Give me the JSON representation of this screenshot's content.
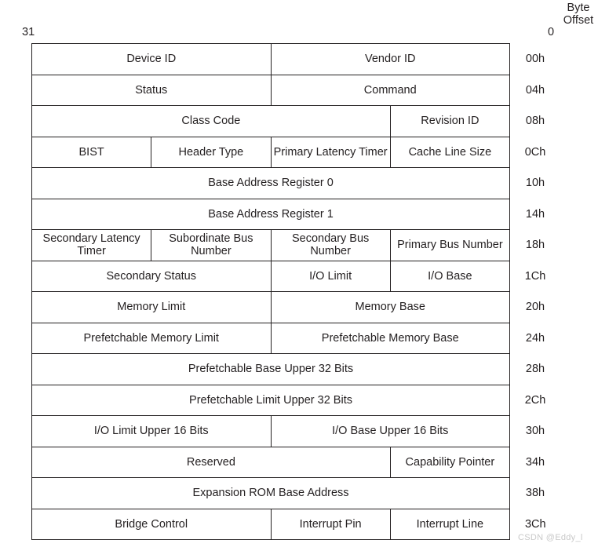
{
  "header": {
    "byte_offset_line1": "Byte",
    "byte_offset_line2": "Offset",
    "bit_high": "31",
    "bit_low": "0"
  },
  "watermark": "CSDN @Eddy_l",
  "colors": {
    "border": "#231f20",
    "text": "#231f20",
    "background": "#ffffff",
    "watermark": "#c9c9c9"
  },
  "rows": [
    {
      "offset": "00h",
      "cells": [
        {
          "label": "Device ID",
          "span": 8
        },
        {
          "label": "Vendor ID",
          "span": 8
        }
      ]
    },
    {
      "offset": "04h",
      "cells": [
        {
          "label": "Status",
          "span": 8
        },
        {
          "label": "Command",
          "span": 8
        }
      ]
    },
    {
      "offset": "08h",
      "cells": [
        {
          "label": "Class Code",
          "span": 12
        },
        {
          "label": "Revision ID",
          "span": 4
        }
      ]
    },
    {
      "offset": "0Ch",
      "cells": [
        {
          "label": "BIST",
          "span": 4
        },
        {
          "label": "Header Type",
          "span": 4
        },
        {
          "label": "Primary Latency Timer",
          "span": 4
        },
        {
          "label": "Cache Line Size",
          "span": 4
        }
      ]
    },
    {
      "offset": "10h",
      "cells": [
        {
          "label": "Base Address Register 0",
          "span": 16
        }
      ]
    },
    {
      "offset": "14h",
      "cells": [
        {
          "label": "Base Address Register 1",
          "span": 16
        }
      ]
    },
    {
      "offset": "18h",
      "cells": [
        {
          "label": "Secondary Latency Timer",
          "span": 4
        },
        {
          "label": "Subordinate Bus Number",
          "span": 4
        },
        {
          "label": "Secondary Bus Number",
          "span": 4
        },
        {
          "label": "Primary Bus Number",
          "span": 4
        }
      ]
    },
    {
      "offset": "1Ch",
      "cells": [
        {
          "label": "Secondary Status",
          "span": 8
        },
        {
          "label": "I/O Limit",
          "span": 4
        },
        {
          "label": "I/O Base",
          "span": 4
        }
      ]
    },
    {
      "offset": "20h",
      "cells": [
        {
          "label": "Memory Limit",
          "span": 8
        },
        {
          "label": "Memory Base",
          "span": 8
        }
      ]
    },
    {
      "offset": "24h",
      "cells": [
        {
          "label": "Prefetchable Memory Limit",
          "span": 8
        },
        {
          "label": "Prefetchable Memory Base",
          "span": 8
        }
      ]
    },
    {
      "offset": "28h",
      "cells": [
        {
          "label": "Prefetchable Base Upper 32 Bits",
          "span": 16
        }
      ]
    },
    {
      "offset": "2Ch",
      "cells": [
        {
          "label": "Prefetchable Limit Upper 32 Bits",
          "span": 16
        }
      ]
    },
    {
      "offset": "30h",
      "cells": [
        {
          "label": "I/O Limit Upper 16 Bits",
          "span": 8
        },
        {
          "label": "I/O Base Upper 16 Bits",
          "span": 8
        }
      ]
    },
    {
      "offset": "34h",
      "cells": [
        {
          "label": "Reserved",
          "span": 12
        },
        {
          "label": "Capability Pointer",
          "span": 4
        }
      ]
    },
    {
      "offset": "38h",
      "cells": [
        {
          "label": "Expansion ROM Base Address",
          "span": 16
        }
      ]
    },
    {
      "offset": "3Ch",
      "cells": [
        {
          "label": "Bridge Control",
          "span": 8
        },
        {
          "label": "Interrupt Pin",
          "span": 4
        },
        {
          "label": "Interrupt Line",
          "span": 4
        }
      ]
    }
  ]
}
